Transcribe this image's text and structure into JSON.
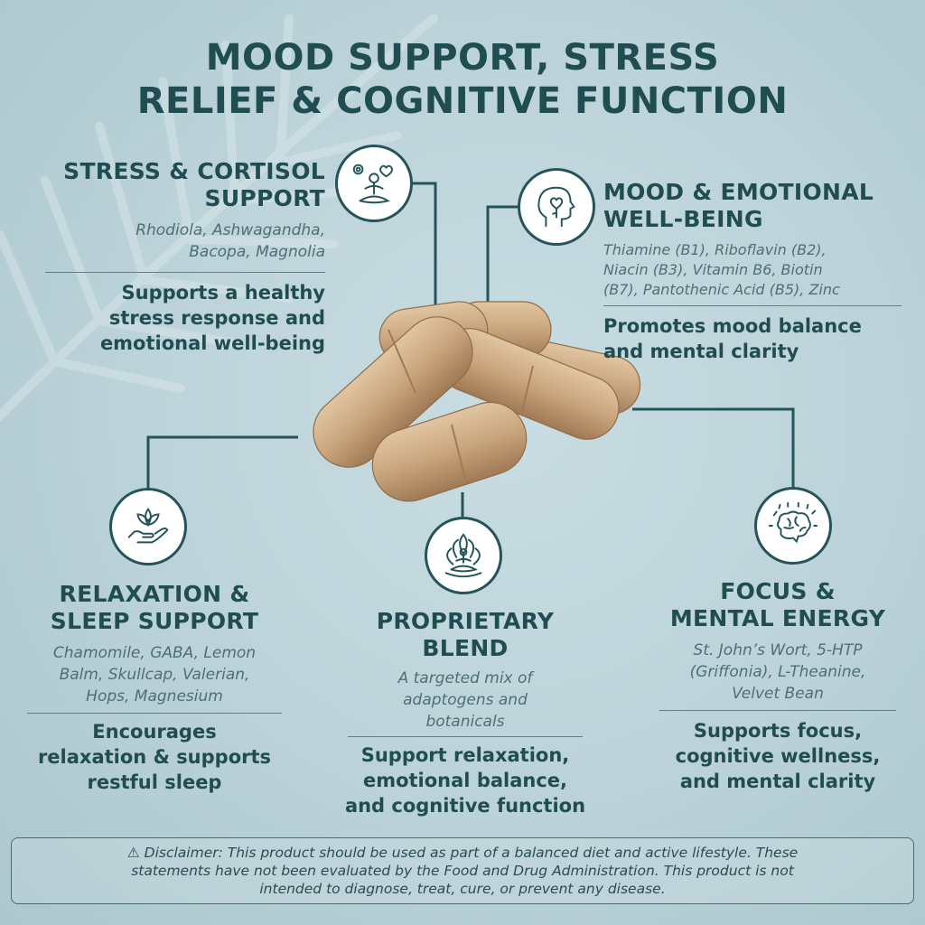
{
  "title": {
    "line1": "MOOD SUPPORT, STRESS",
    "line2": "RELIEF & COGNITIVE FUNCTION"
  },
  "sections": {
    "stress": {
      "heading_1": "STRESS & CORTISOL",
      "heading_2": "SUPPORT",
      "ingredients_1": "Rhodiola, Ashwagandha,",
      "ingredients_2": "Bacopa, Magnolia",
      "benefit_1": "Supports a healthy",
      "benefit_2": "stress response and",
      "benefit_3": "emotional well-being",
      "icon": "meditation-gear-heart-icon"
    },
    "mood": {
      "heading_1": "MOOD & EMOTIONAL",
      "heading_2": "WELL-BEING",
      "ingredients_1": "Thiamine (B1), Riboflavin (B2),",
      "ingredients_2": "Niacin (B3), Vitamin B6, Biotin",
      "ingredients_3": "(B7), Pantothenic Acid (B5), Zinc",
      "benefit_1": "Promotes mood balance",
      "benefit_2": "and mental clarity",
      "icon": "head-heart-icon"
    },
    "relax": {
      "heading_1": "RELAXATION &",
      "heading_2": "SLEEP SUPPORT",
      "ingredients_1": "Chamomile, GABA, Lemon",
      "ingredients_2": "Balm, Skullcap, Valerian,",
      "ingredients_3": "Hops, Magnesium",
      "benefit_1": "Encourages",
      "benefit_2": "relaxation & supports",
      "benefit_3": "restful sleep",
      "icon": "lotus-hand-icon"
    },
    "blend": {
      "heading_1": "PROPRIETARY",
      "heading_2": "BLEND",
      "ingredients_1": "A targeted mix of",
      "ingredients_2": "adaptogens and",
      "ingredients_3": "botanicals",
      "benefit_1": "Support relaxation,",
      "benefit_2": "emotional balance,",
      "benefit_3": "and cognitive function",
      "icon": "lotus-meditation-icon"
    },
    "focus": {
      "heading_1": "FOCUS &",
      "heading_2": "MENTAL ENERGY",
      "ingredients_1": "St. John’s Wort, 5-HTP",
      "ingredients_2": "(Griffonia), L-Theanine,",
      "ingredients_3": "Velvet Bean",
      "benefit_1": "Supports focus,",
      "benefit_2": "cognitive wellness,",
      "benefit_3": "and mental clarity",
      "icon": "brain-energy-icon"
    }
  },
  "disclaimer": {
    "symbol": "⚠",
    "line1": "Disclaimer: This product should be used as part of a balanced diet and active lifestyle. These",
    "line2": "statements have not been evaluated by the Food and Drug Administration. This product is not",
    "line3": "intended to diagnose, treat, cure, or prevent any disease."
  },
  "colors": {
    "primary": "#1f4d52",
    "background": "#bdd4da",
    "capsule": "#c9a57e"
  }
}
